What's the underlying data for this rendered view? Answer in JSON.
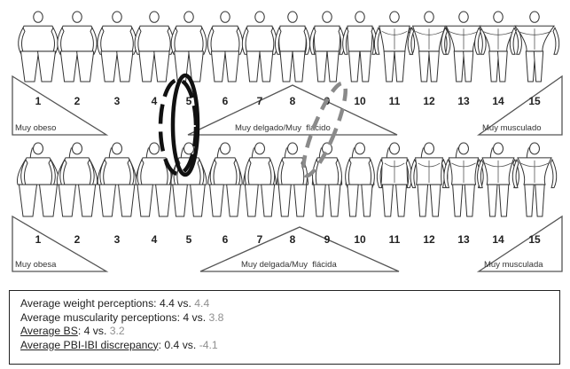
{
  "colors": {
    "marker_black": "#111111",
    "marker_gray": "#8a8a8a",
    "figure_stroke": "#333333"
  },
  "male_scale": {
    "numbers": [
      "1",
      "2",
      "3",
      "4",
      "5",
      "6",
      "7",
      "8",
      "9",
      "10",
      "11",
      "12",
      "13",
      "14",
      "15"
    ],
    "labels": {
      "left": "Muy obeso",
      "middle": "Muy delgado/Muy  flácido",
      "right": "Muy musculado"
    }
  },
  "female_scale": {
    "numbers": [
      "1",
      "2",
      "3",
      "4",
      "5",
      "6",
      "7",
      "8",
      "9",
      "10",
      "11",
      "12",
      "13",
      "14",
      "15"
    ],
    "labels": {
      "left": "Muy obesa",
      "middle": "Muy delgada/Muy  flácida",
      "right": "Muy musculada"
    }
  },
  "summary": {
    "weight": {
      "label": "Average weight perceptions: ",
      "value": "4.4",
      "sep": " vs. ",
      "compare": "4.4"
    },
    "muscularity": {
      "label": "Average muscularity perceptions: ",
      "value": "4",
      "sep": " vs. ",
      "compare": "3.8"
    },
    "bs": {
      "label": "Average BS",
      "suffix": ": ",
      "value": "4",
      "sep": " vs. ",
      "compare": "3.2"
    },
    "pbi": {
      "label": "Average PBI-IBI discrepancy",
      "suffix": ": ",
      "value": "0.4",
      "sep": " vs. ",
      "compare": "-4.1"
    }
  }
}
